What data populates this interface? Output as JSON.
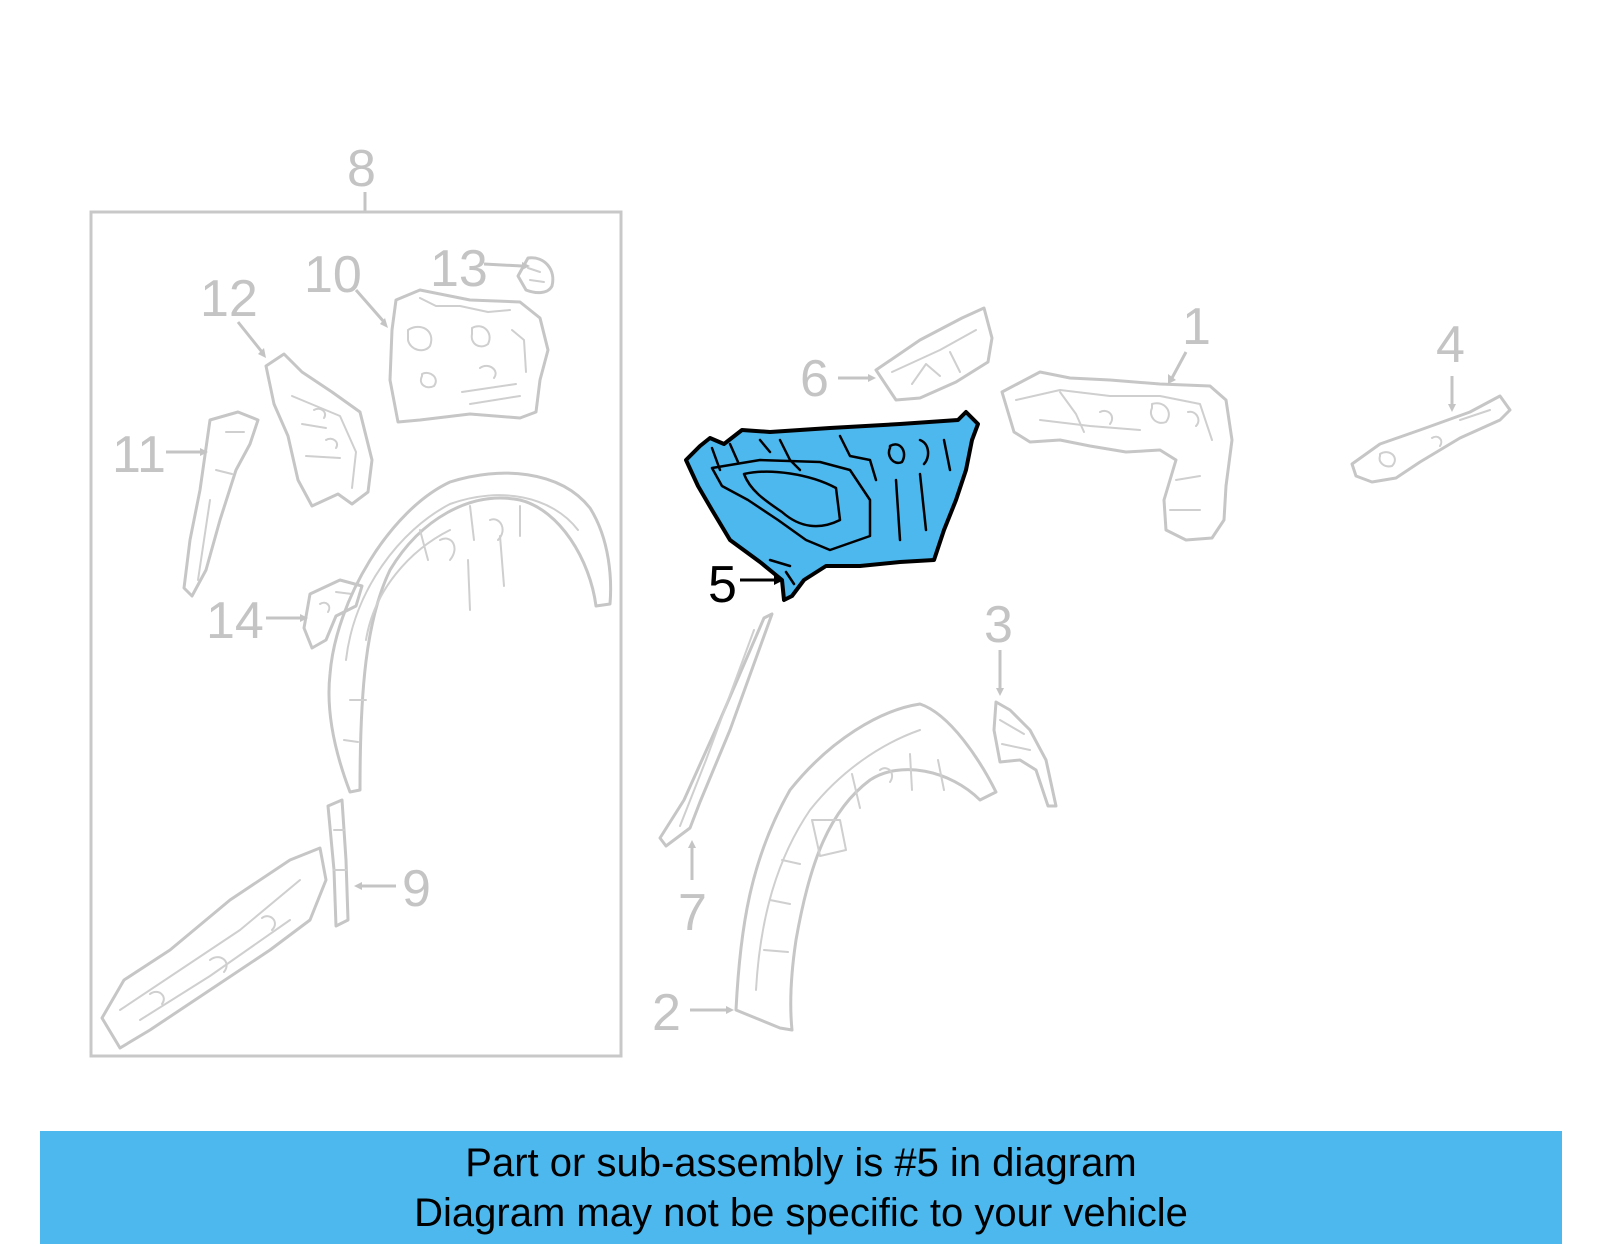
{
  "diagram": {
    "part_labels": {
      "p1": "1",
      "p2": "2",
      "p3": "3",
      "p4": "4",
      "p5": "5",
      "p6": "6",
      "p7": "7",
      "p8": "8",
      "p9": "9",
      "p10": "10",
      "p11": "11",
      "p12": "12",
      "p13": "13",
      "p14": "14"
    },
    "highlighted_part": "5",
    "colors": {
      "highlight_fill": "#4db8ee",
      "outline_inactive": "#c6c6c6",
      "label_inactive": "#c4c4c4",
      "label_active": "#000000"
    }
  },
  "caption": {
    "line1": "Part or sub-assembly is #5 in diagram",
    "line2": "Diagram may not be specific to your vehicle",
    "background": "#4db8ee"
  }
}
